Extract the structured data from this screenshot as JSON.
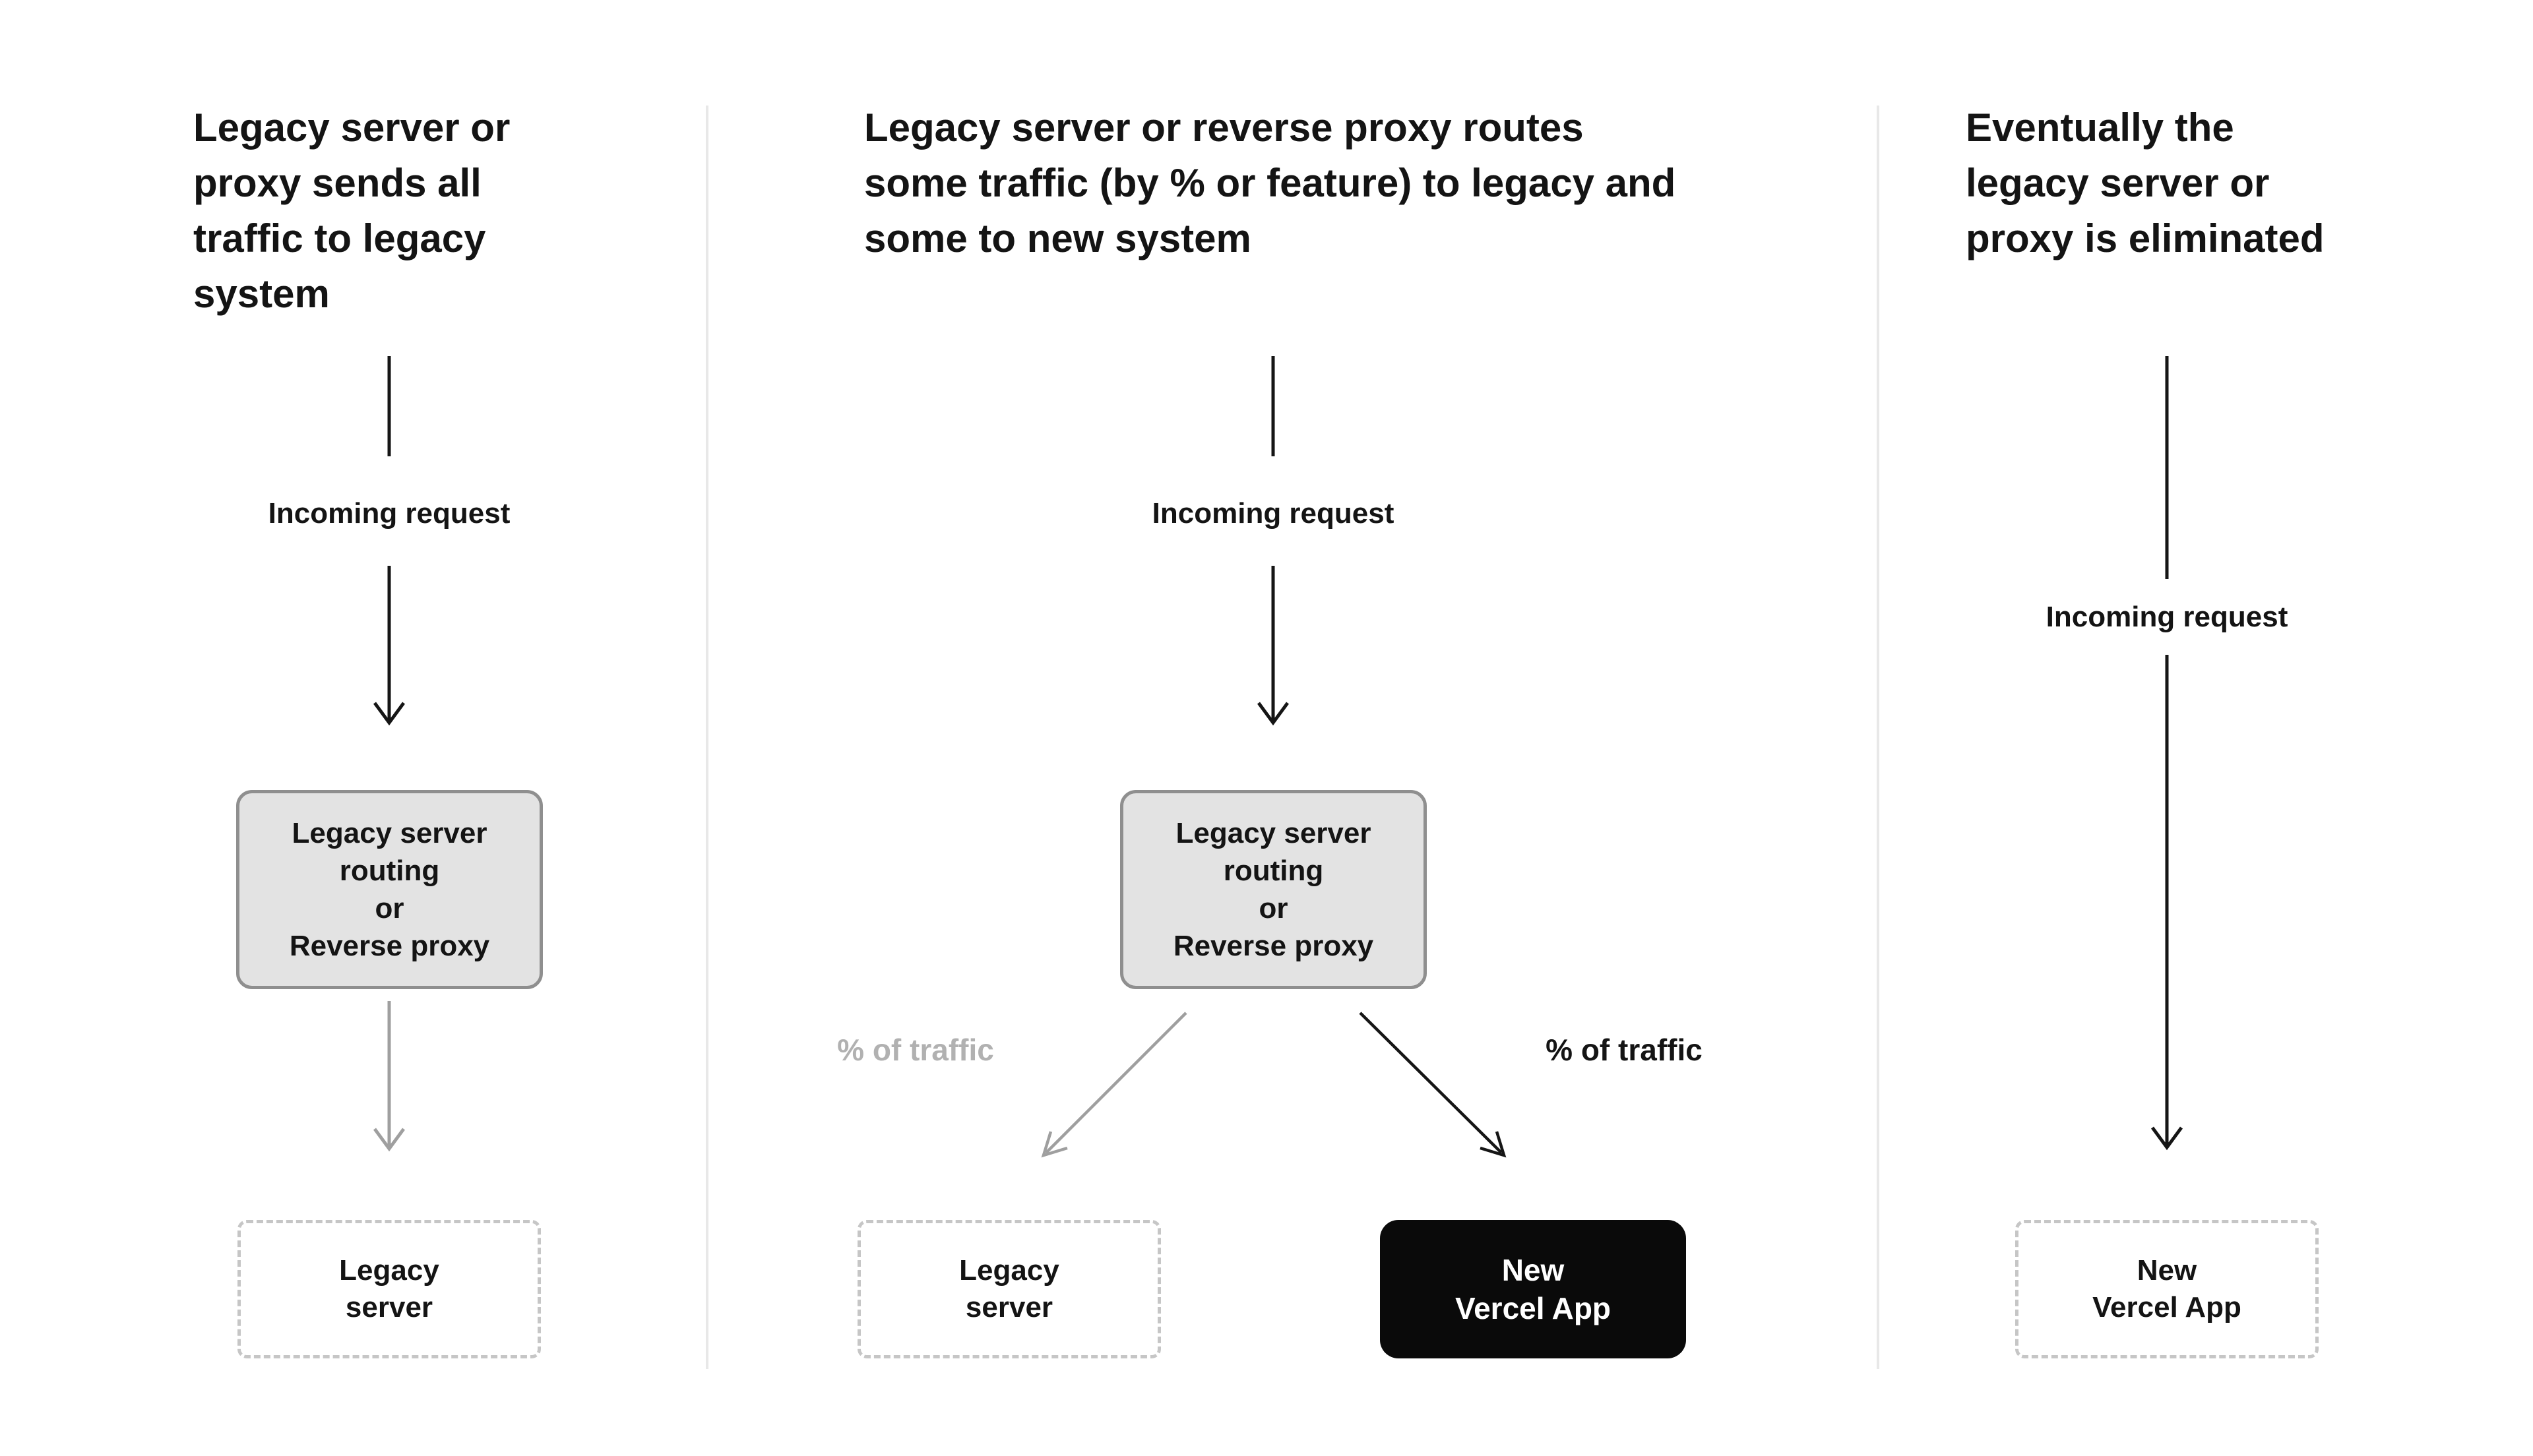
{
  "colors": {
    "background": "#ffffff",
    "text": "#141414",
    "divider": "#e8e8e8",
    "connector_black": "#151515",
    "connector_gray": "#9f9f9f",
    "router_box_fill": "#e3e3e3",
    "router_box_border": "#8f8f8f",
    "dashed_box_border": "#c6c6c6",
    "vercel_box_fill": "#0a0a0a",
    "vercel_box_text": "#ffffff",
    "traffic_label_gray": "#b1b1b1"
  },
  "columns": [
    {
      "title_lines": [
        "Legacy server or",
        "proxy sends all",
        "traffic to legacy",
        "system"
      ],
      "incoming_label": "Incoming request",
      "router_box_lines": [
        "Legacy server",
        "routing",
        "or",
        "Reverse proxy"
      ],
      "legacy_box_lines": [
        "Legacy",
        "server"
      ]
    },
    {
      "title_lines": [
        "Legacy server or reverse proxy routes",
        "some traffic (by % or feature) to legacy and",
        "some to new system"
      ],
      "incoming_label": "Incoming request",
      "router_box_lines": [
        "Legacy server",
        "routing",
        "or",
        "Reverse proxy"
      ],
      "traffic_left_label": "% of traffic",
      "traffic_right_label": "% of traffic",
      "legacy_box_lines": [
        "Legacy",
        "server"
      ],
      "vercel_box_lines": [
        "New",
        "Vercel App"
      ]
    },
    {
      "title_lines": [
        "Eventually the",
        "legacy server or",
        "proxy is eliminated"
      ],
      "incoming_label": "Incoming request",
      "vercel_box_lines": [
        "New",
        "Vercel App"
      ]
    }
  ]
}
